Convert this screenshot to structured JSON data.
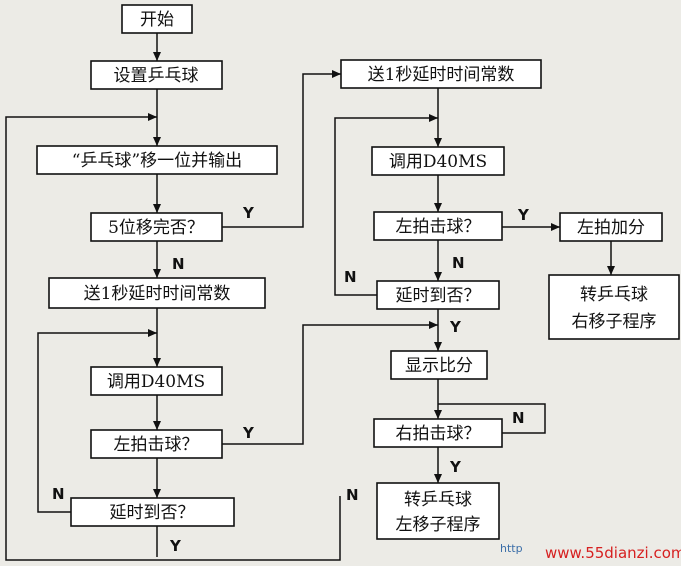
{
  "nodes": {
    "start": "开始",
    "setup": "设置乒乓球",
    "shift": "“乒乓球”移一位并输出",
    "done5": "5位移完否？",
    "sendL": "送1秒延时时间常数",
    "callL": "调用D40MS",
    "hitL": "左拍击球？",
    "delayL": "延时到否？",
    "sendR": "送1秒延时时间常数",
    "callR": "调用D40MS",
    "hitR": "左拍击球？",
    "delayR": "延时到否？",
    "show": "显示比分",
    "hitR2": "右拍击球？",
    "toLeft1": "转乒乓球",
    "toLeft2": "左移子程序",
    "addScore": "左拍加分",
    "toRight1": "转乒乓球",
    "toRight2": "右移子程序"
  },
  "labels": {
    "y": "Y",
    "n": "N"
  },
  "watermark": {
    "prefix": "http",
    "site": "www.55dianzi.com"
  }
}
